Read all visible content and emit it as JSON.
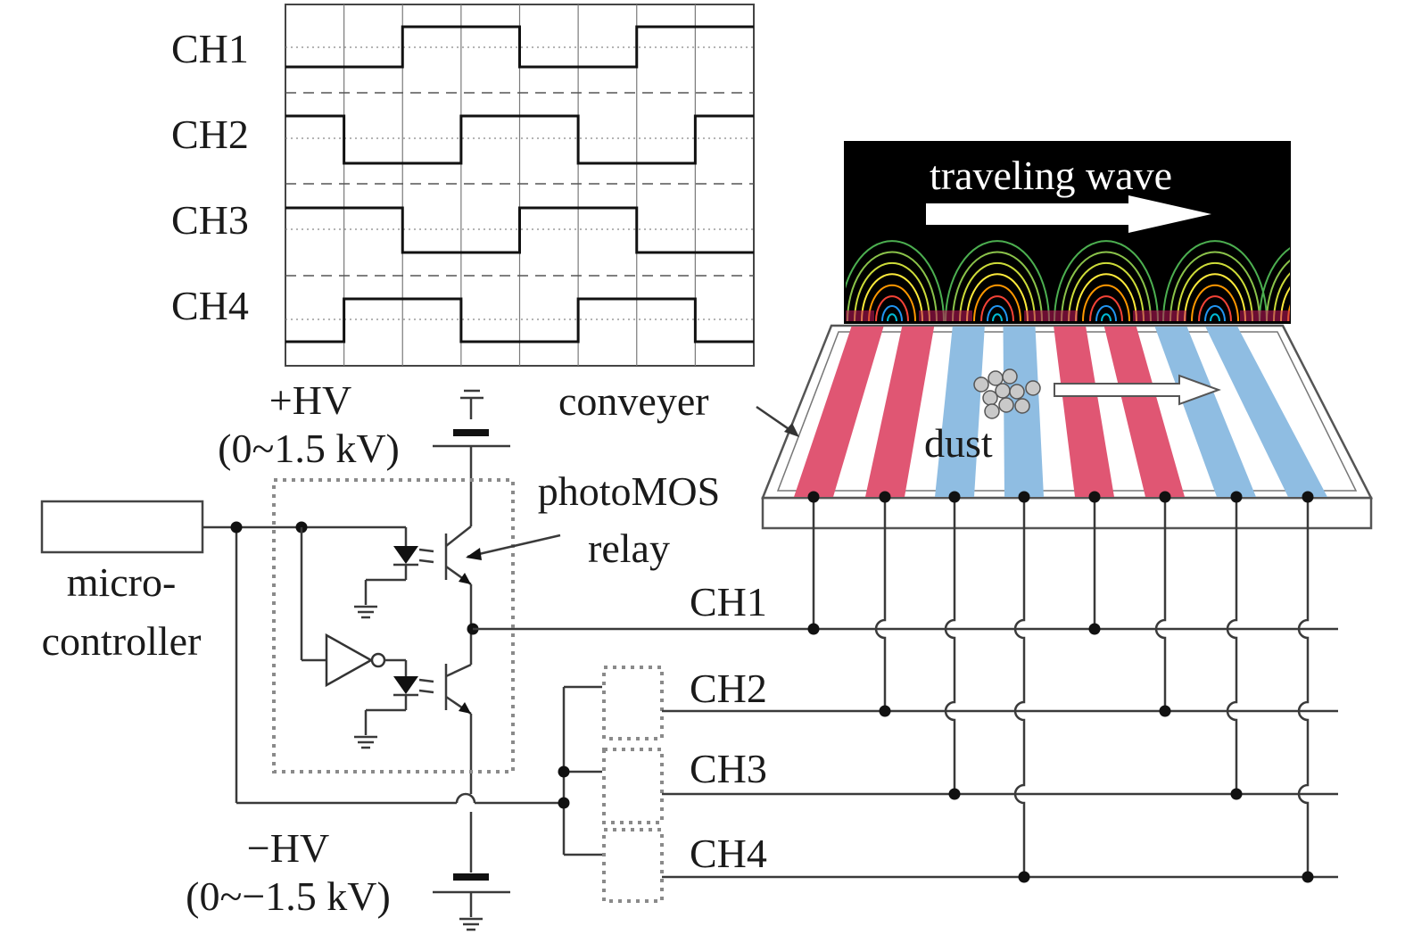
{
  "scope": {
    "channels": [
      "CH1",
      "CH2",
      "CH3",
      "CH4"
    ],
    "waveforms": [
      [
        0,
        0,
        1,
        1,
        0,
        0,
        1,
        1
      ],
      [
        1,
        0,
        0,
        1,
        1,
        0,
        0,
        1
      ],
      [
        1,
        1,
        0,
        0,
        1,
        1,
        0,
        0
      ],
      [
        0,
        1,
        1,
        0,
        0,
        1,
        1,
        0
      ]
    ]
  },
  "labels": {
    "plus_hv": "+HV",
    "plus_hv_range": "(0~1.5 kV)",
    "minus_hv": "−HV",
    "minus_hv_range": "(0~−1.5 kV)",
    "micro_line1": "micro-",
    "micro_line2": "controller",
    "photomos_line1": "photoMOS",
    "photomos_line2": "relay",
    "conveyer": "conveyer",
    "dust": "dust",
    "traveling_wave": "traveling wave"
  },
  "bus_channels": [
    "CH1",
    "CH2",
    "CH3",
    "CH4"
  ],
  "electrode_colors": [
    "#e05673",
    "#e05673",
    "#8fbde2",
    "#8fbde2",
    "#e05673",
    "#e05673",
    "#8fbde2",
    "#8fbde2"
  ],
  "electrode_channel_map": [
    1,
    2,
    3,
    4,
    1,
    2,
    3,
    4
  ]
}
